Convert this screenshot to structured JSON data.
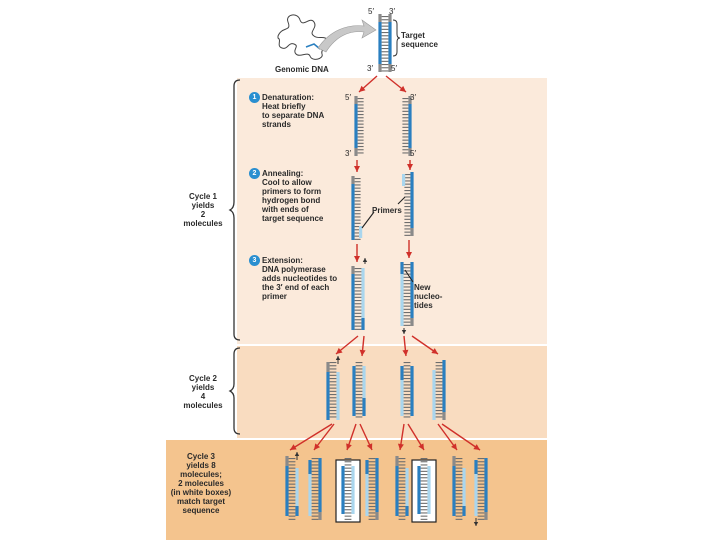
{
  "labels": {
    "genomic_dna": "Genomic DNA",
    "target_sequence": [
      "Target",
      "sequence"
    ],
    "five_prime": "5′",
    "three_prime": "3′",
    "primers": "Primers",
    "new_nucleotides": [
      "New",
      "nucleo-",
      "tides"
    ]
  },
  "steps": [
    {
      "num": "1",
      "title": "Denaturation:",
      "lines": [
        "Heat briefly",
        "to separate DNA",
        "strands"
      ]
    },
    {
      "num": "2",
      "title": "Annealing:",
      "lines": [
        "Cool to allow",
        "primers to form",
        "hydrogen bond",
        "with ends of",
        "target sequence"
      ]
    },
    {
      "num": "3",
      "title": "Extension:",
      "lines": [
        "DNA polymerase",
        "adds nucleotides to",
        "the 3′ end of each",
        "primer"
      ]
    }
  ],
  "cycles": [
    {
      "lines": [
        "Cycle 1",
        "yields",
        "2",
        "molecules"
      ]
    },
    {
      "lines": [
        "Cycle 2",
        "yields",
        "4",
        "molecules"
      ]
    },
    {
      "lines": [
        "Cycle 3",
        "yields 8",
        "molecules;",
        "2 molecules",
        "(in white boxes)",
        "match target",
        "sequence"
      ]
    }
  ],
  "colors": {
    "band_light": "#fbeadb",
    "band_medium": "#f9dcc0",
    "band_dark": "#f4c48e",
    "strand_blue": "#2a7fc0",
    "strand_light": "#a9d6ee",
    "strand_gray": "#8a8a8a",
    "arrow_red": "#d0302a",
    "bracket": "#333333"
  }
}
